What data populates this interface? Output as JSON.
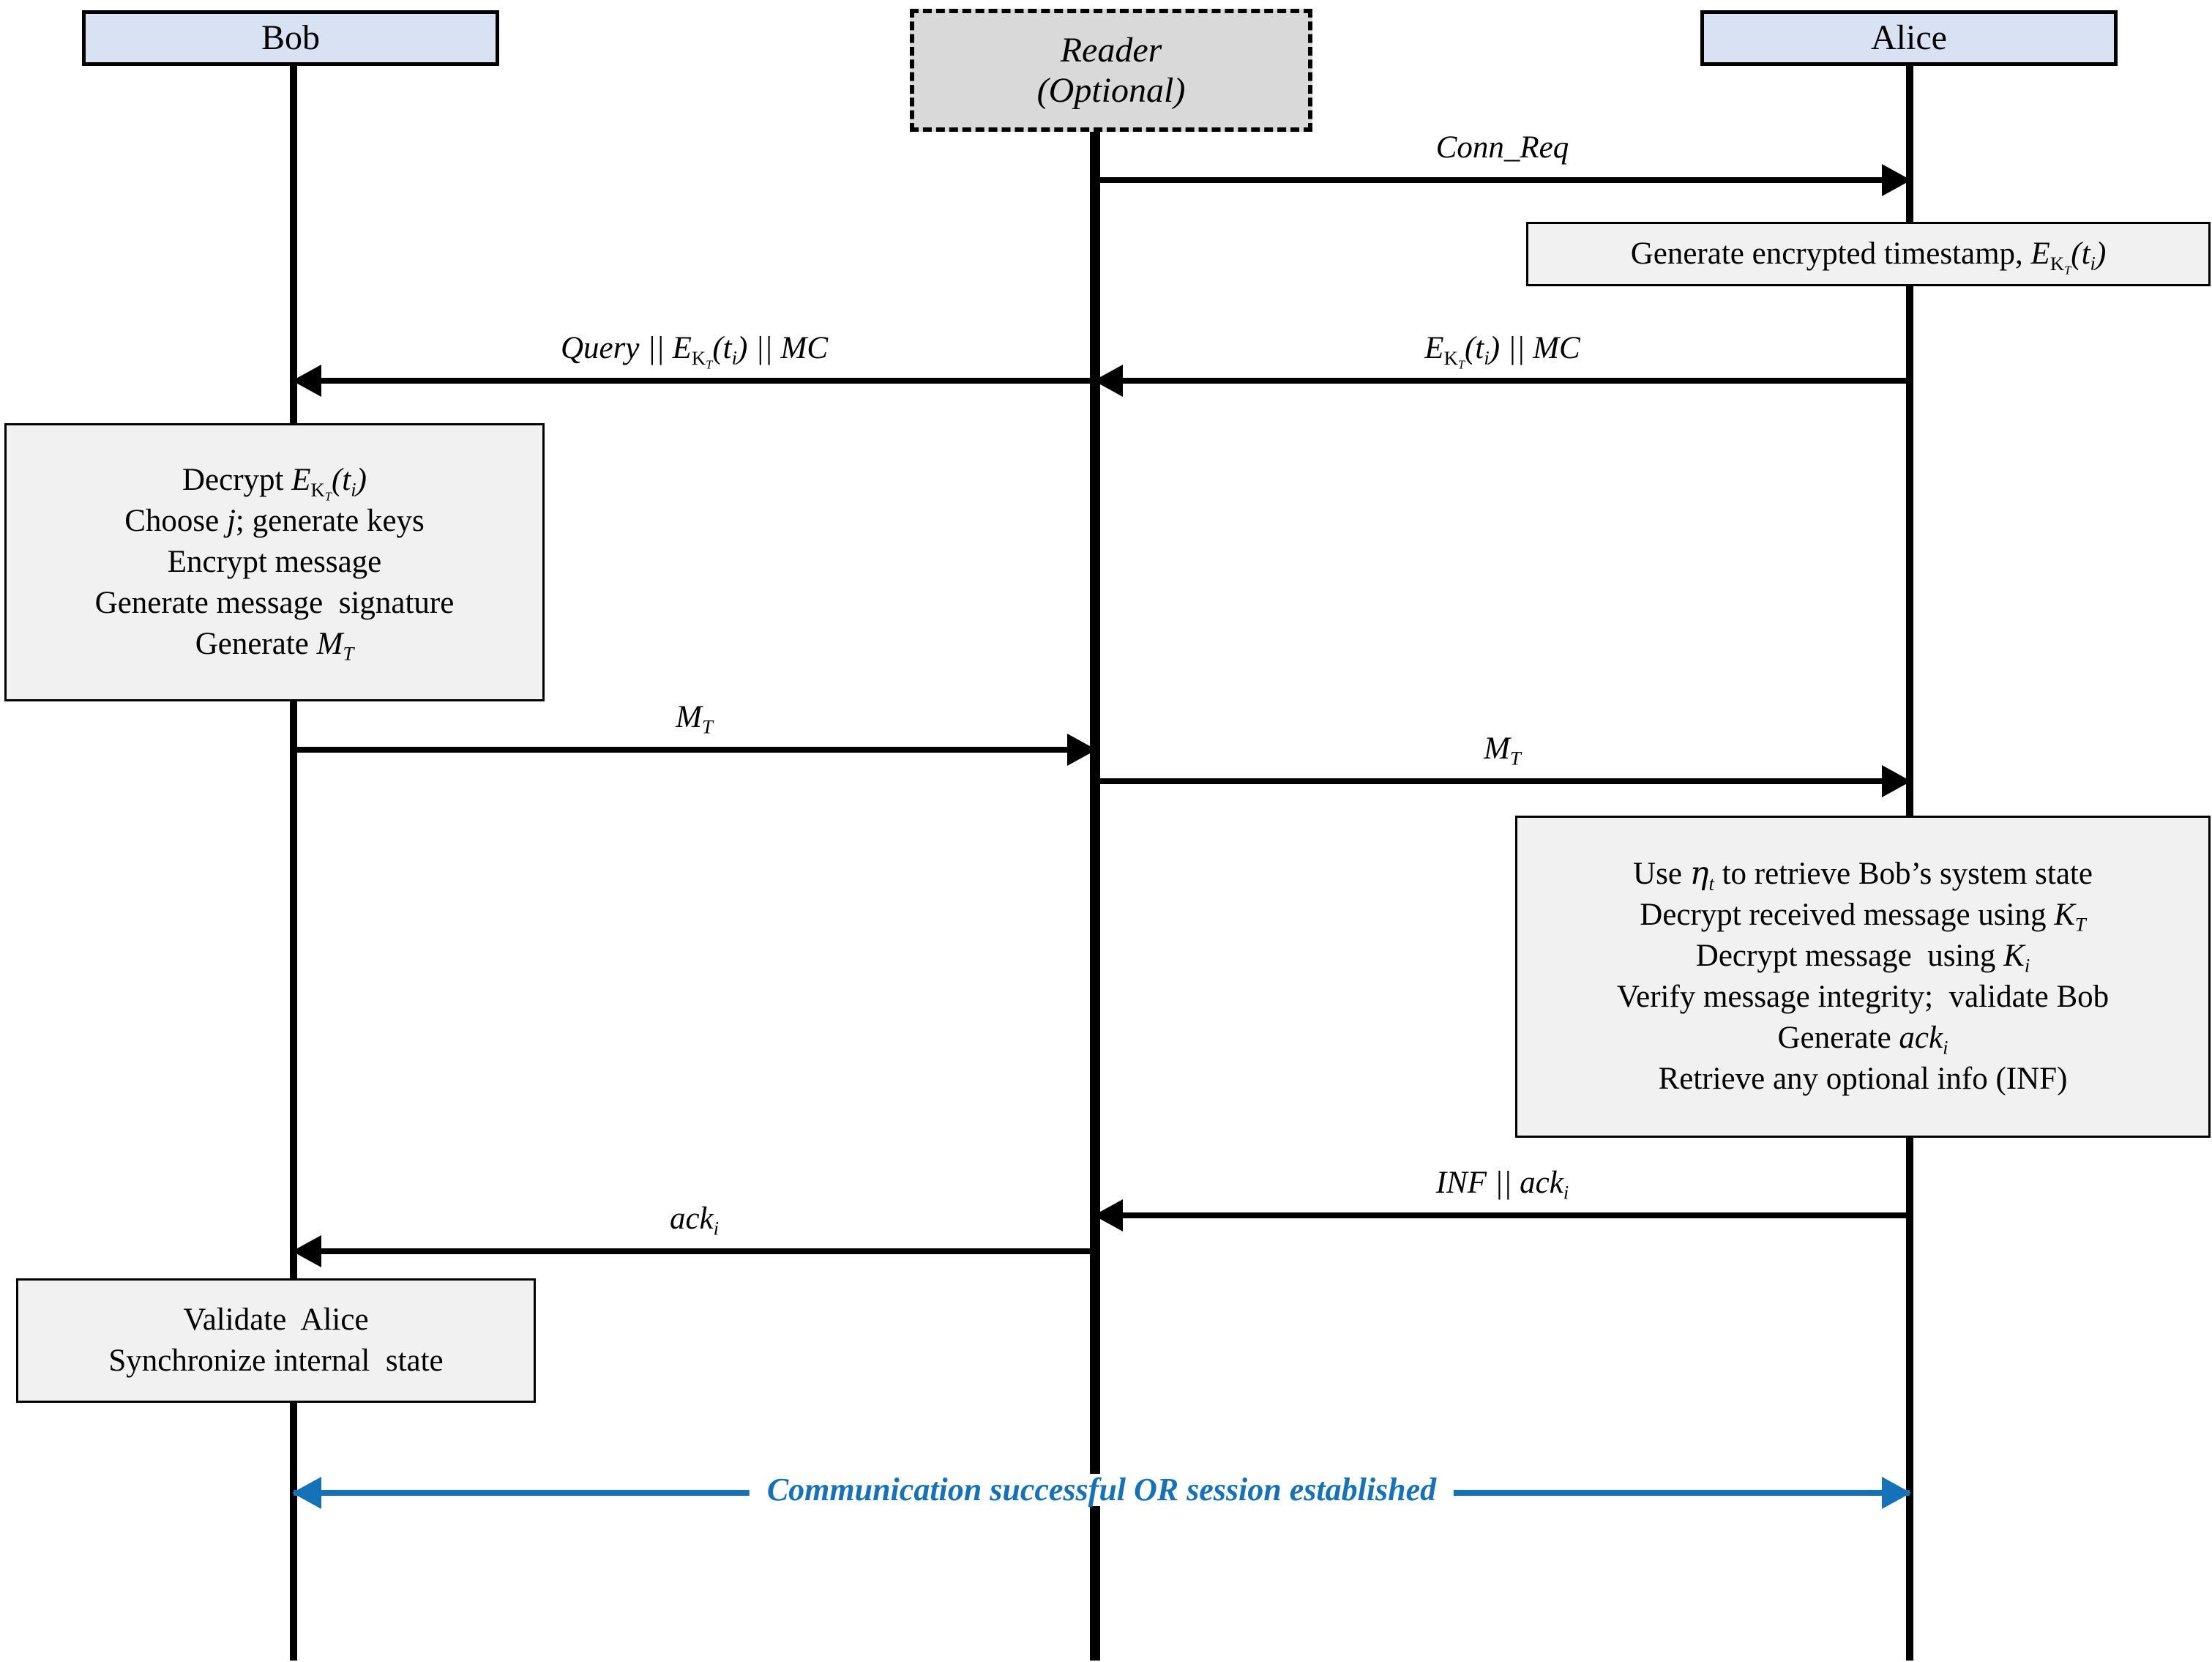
{
  "diagram": {
    "title": "Secure communication sequence diagram (Bob / Reader / Alice)",
    "colors": {
      "actor_fill": "#D9E2F3",
      "optional_actor_fill": "#D9D9D9",
      "note_fill": "#F1F1F1",
      "line": "#000000",
      "accent_blue": "#1572B9"
    }
  },
  "actors": [
    {
      "id": "bob",
      "label": "Bob",
      "style": "solid",
      "optional": false
    },
    {
      "id": "reader",
      "label": "Reader",
      "label2": "(Optional)",
      "style": "dashed",
      "optional": true
    },
    {
      "id": "alice",
      "label": "Alice",
      "style": "solid",
      "optional": false
    }
  ],
  "messages": [
    {
      "id": "conn-req",
      "label": "Conn_Req",
      "from": "reader",
      "to": "alice",
      "direction": "right"
    },
    {
      "id": "ekt-mc",
      "label": "E_KT(t_i) || MC",
      "from": "alice",
      "to": "reader",
      "direction": "left"
    },
    {
      "id": "query",
      "label": "Query || E_KT(t_i) || MC",
      "from": "reader",
      "to": "bob",
      "direction": "left"
    },
    {
      "id": "mt-bob",
      "label": "M_T",
      "from": "bob",
      "to": "reader",
      "direction": "right"
    },
    {
      "id": "mt-reader",
      "label": "M_T",
      "from": "reader",
      "to": "alice",
      "direction": "right"
    },
    {
      "id": "inf-ack",
      "label": "INF || ack_i",
      "from": "alice",
      "to": "reader",
      "direction": "left"
    },
    {
      "id": "ack",
      "label": "ack_i",
      "from": "reader",
      "to": "bob",
      "direction": "left"
    },
    {
      "id": "summary",
      "label": "Communication successful OR session established",
      "from": "bob",
      "to": "alice",
      "direction": "both",
      "color": "#1572B9"
    }
  ],
  "notes": {
    "alice_timestamp": {
      "owner": "alice",
      "lines": [
        "Generate encrypted timestamp, E_KT(t_i)"
      ]
    },
    "bob_prepare": {
      "owner": "bob",
      "lines": [
        "Decrypt E_KT(t_i)",
        "Choose j; generate keys",
        "Encrypt message",
        "Generate message signature",
        "Generate M_T"
      ]
    },
    "alice_verify": {
      "owner": "alice",
      "lines": [
        "Use η_t to retrieve Bob’s system state",
        "Decrypt received message using K_T",
        "Decrypt message using K_i",
        "Verify message integrity;  validate Bob",
        "Generate ack_i",
        "Retrieve any optional info (INF)"
      ]
    },
    "bob_finalize": {
      "owner": "bob",
      "lines": [
        "Validate Alice",
        "Synchronize internal state"
      ]
    }
  }
}
